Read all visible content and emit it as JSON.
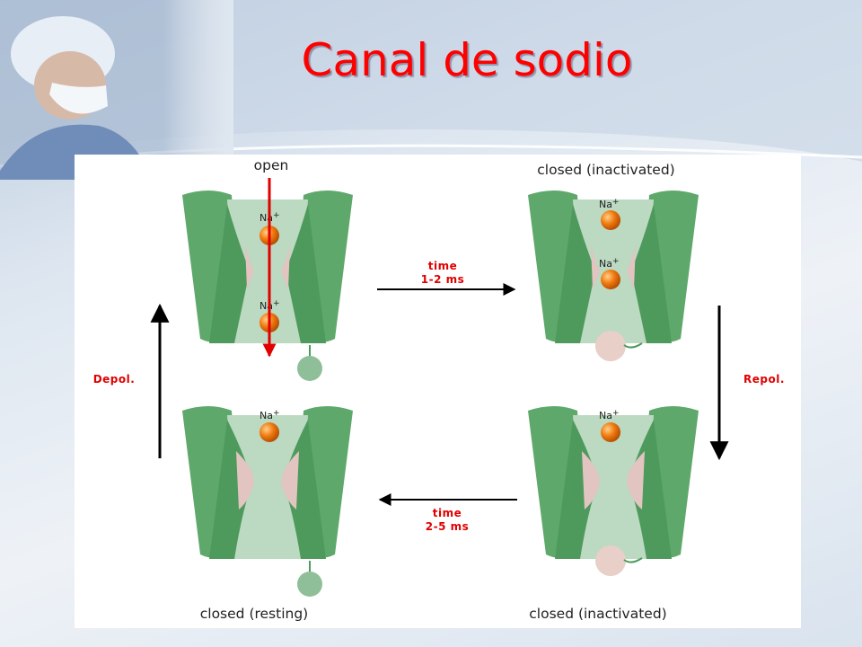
{
  "slide": {
    "title": "Canal de sodio"
  },
  "diagram": {
    "states": {
      "top_left": "open",
      "top_right": "closed (inactivated)",
      "bottom_right": "closed (inactivated)",
      "bottom_left": "closed (resting)"
    },
    "ion_label": "Na",
    "ion_charge": "+",
    "transitions": {
      "top": {
        "line1": "time",
        "line2": "1-2 ms"
      },
      "bottom": {
        "line1": "time",
        "line2": "2-5 ms"
      },
      "right": "Repol.",
      "left": "Depol."
    },
    "colors": {
      "title": "#ff0000",
      "channel_wall": "#5fa86b",
      "channel_lumen": "#bcd9c2",
      "gate": "#e8cfc8",
      "sodium_ion": "#f07a10",
      "flux_arrow": "#e00000",
      "transition_text": "#e00000"
    }
  }
}
